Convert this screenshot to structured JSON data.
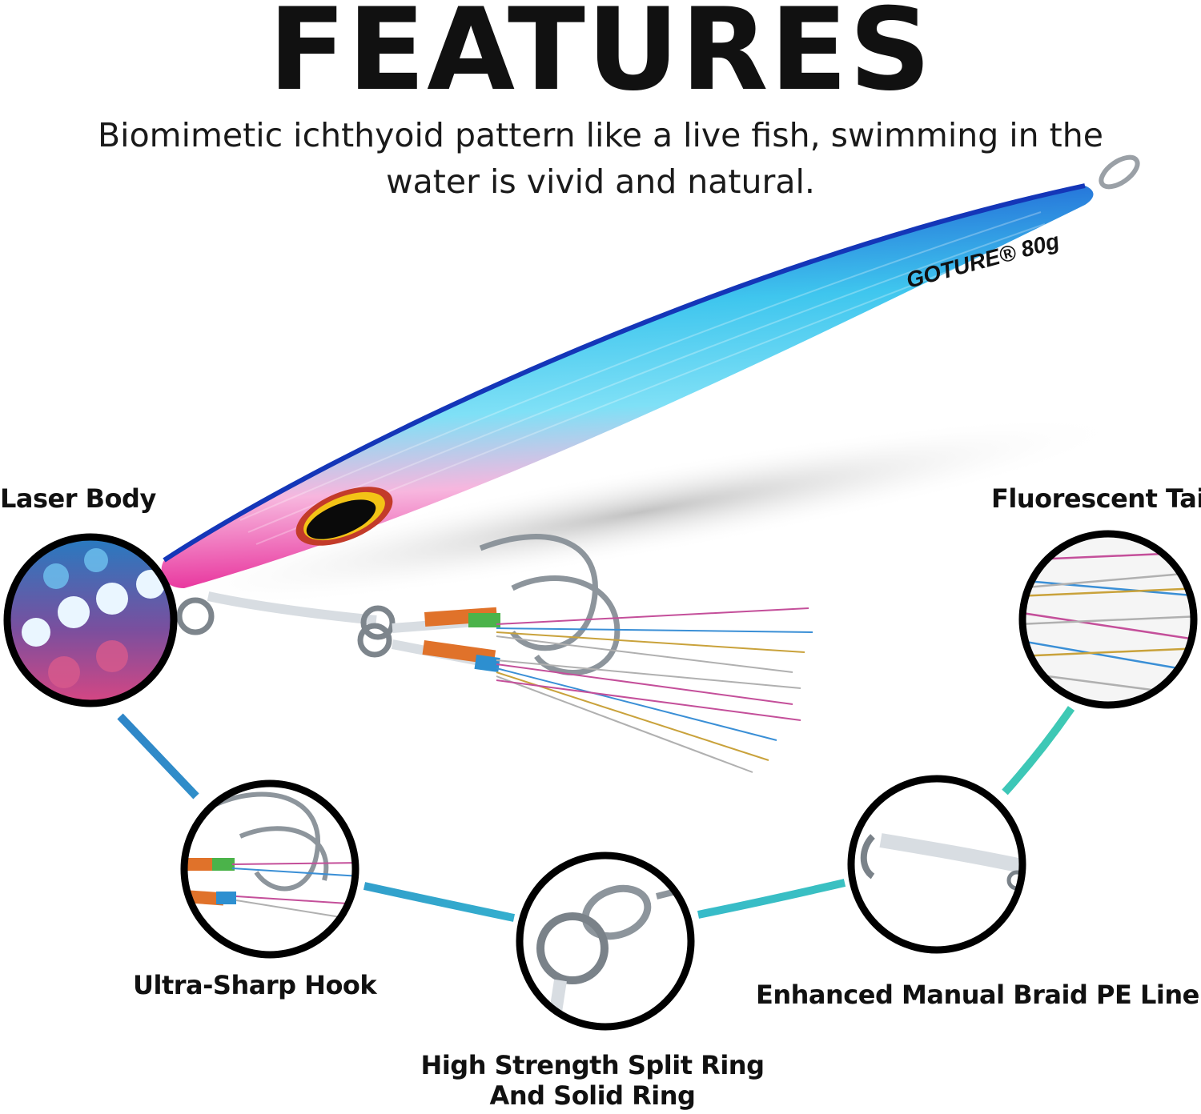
{
  "header": {
    "title": "FEATURES",
    "subtitle": "Biomimetic ichthyoid pattern like a live fish, swimming in the water is vivid and natural."
  },
  "lure": {
    "brand_mark": "GOTURE® 80g"
  },
  "features": {
    "laser_body": "Laser Body",
    "fluorescent_tail": "Fluorescent Tail",
    "hook": "Ultra-Sharp Hook",
    "split_ring_line1": "High Strength Split Ring",
    "split_ring_line2": "And Solid Ring",
    "pe_line": "Enhanced Manual Braid PE Line"
  },
  "colors": {
    "body_blue": "#1e8fe0",
    "body_cyan": "#3fd2f0",
    "belly_pink": "#ef3fa8",
    "arc_left": "#2f86c8",
    "arc_right": "#3ec9b4",
    "circle_border": "#000000"
  }
}
